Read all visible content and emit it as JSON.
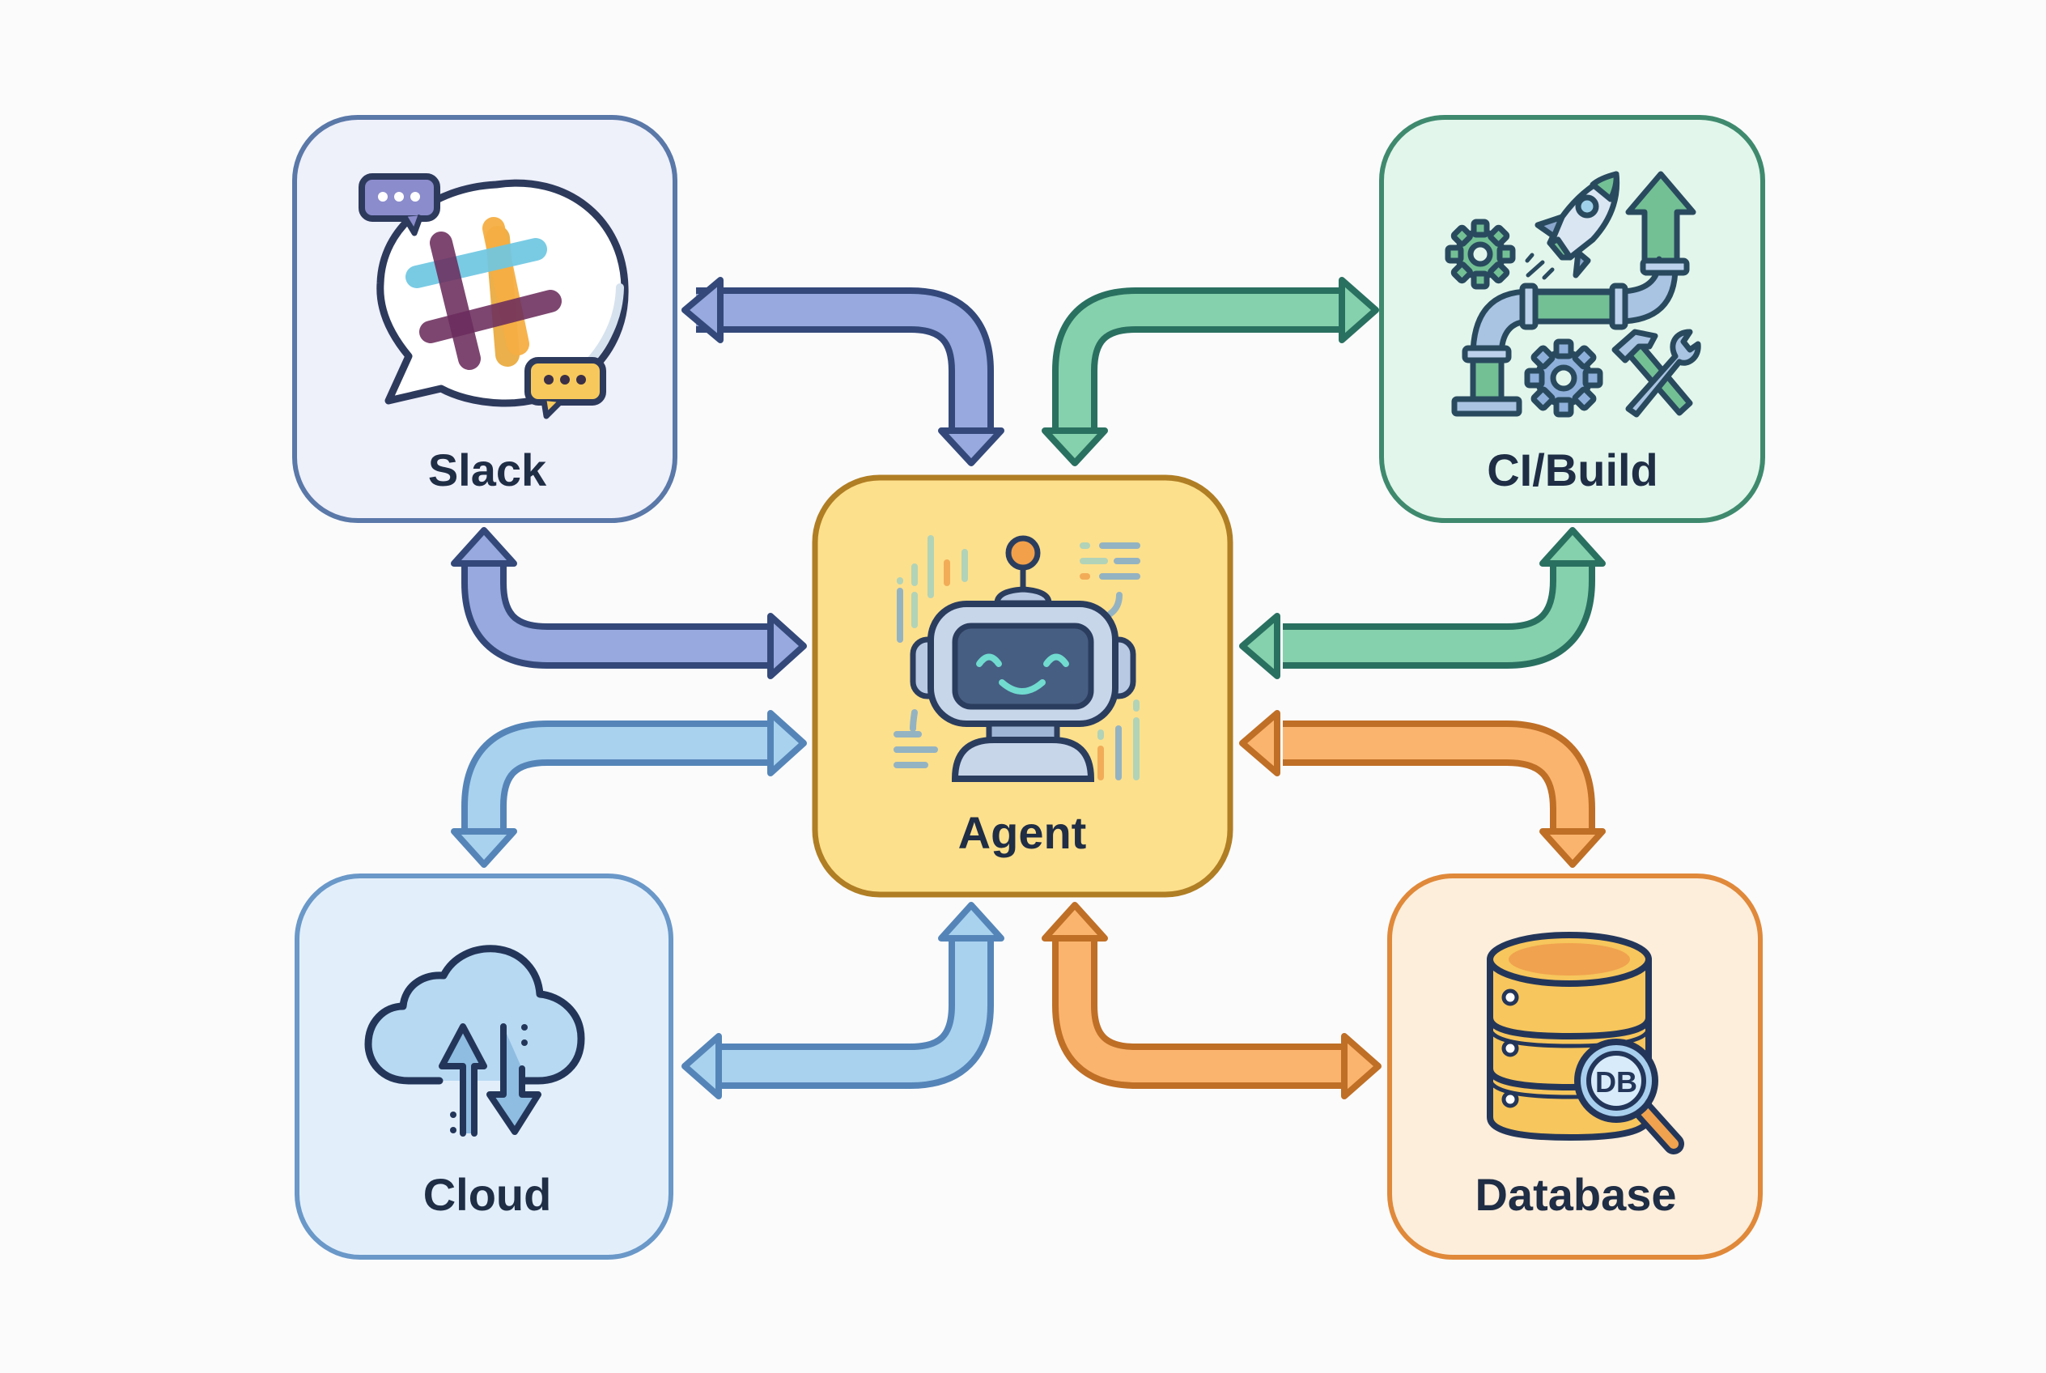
{
  "diagram": {
    "type": "hub-and-spoke",
    "hub": {
      "id": "agent",
      "label": "Agent",
      "icon": "robot-icon",
      "colors": {
        "fill": "#fde08c",
        "border": "#b07e24"
      }
    },
    "nodes": [
      {
        "id": "slack",
        "label": "Slack",
        "icon": "slack-chat-icon",
        "position": "top-left",
        "colors": {
          "fill": "#eef0fa",
          "border": "#5a78a8"
        }
      },
      {
        "id": "ci",
        "label": "CI/Build",
        "icon": "pipeline-build-icon",
        "position": "top-right",
        "colors": {
          "fill": "#e2f6ec",
          "border": "#3f8a6e"
        }
      },
      {
        "id": "cloud",
        "label": "Cloud",
        "icon": "cloud-sync-icon",
        "position": "bottom-left",
        "colors": {
          "fill": "#e2effb",
          "border": "#6a98c8"
        }
      },
      {
        "id": "database",
        "label": "Database",
        "icon": "database-search-icon",
        "position": "bottom-right",
        "colors": {
          "fill": "#fdeedb",
          "border": "#e0893a"
        }
      }
    ],
    "connections": [
      {
        "from": "slack",
        "to": "agent",
        "direction": "bidirectional",
        "count": 2,
        "colors": {
          "fill": "#97a9de",
          "stroke": "#34497a"
        }
      },
      {
        "from": "ci",
        "to": "agent",
        "direction": "bidirectional",
        "count": 2,
        "colors": {
          "fill": "#86d1ad",
          "stroke": "#2a7060"
        }
      },
      {
        "from": "cloud",
        "to": "agent",
        "direction": "bidirectional",
        "count": 2,
        "colors": {
          "fill": "#a9d2ef",
          "stroke": "#5585b8"
        }
      },
      {
        "from": "database",
        "to": "agent",
        "direction": "bidirectional",
        "count": 2,
        "colors": {
          "fill": "#fbb46e",
          "stroke": "#bf6f26"
        }
      }
    ],
    "icon_text": {
      "db_badge": "DB"
    }
  }
}
